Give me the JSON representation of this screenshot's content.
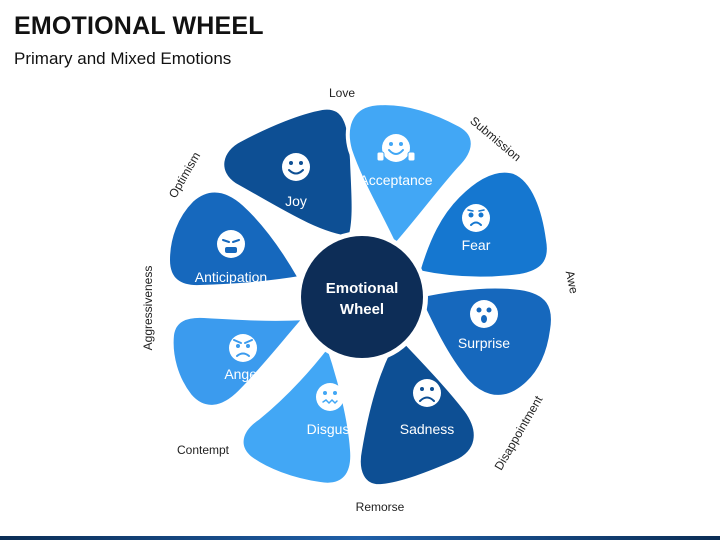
{
  "header": {
    "title": "EMOTIONAL WHEEL",
    "subtitle": "Primary and Mixed Emotions"
  },
  "center": {
    "line1": "Emotional",
    "line2": "Wheel",
    "color": "#0d2d57"
  },
  "petals": [
    {
      "label": "Joy",
      "icon": "smile-icon",
      "color": "#0d4f94"
    },
    {
      "label": "Acceptance",
      "icon": "happy-thumbs-icon",
      "color": "#42a7f5"
    },
    {
      "label": "Fear",
      "icon": "fearful-face-icon",
      "color": "#1577d0"
    },
    {
      "label": "Surprise",
      "icon": "surprised-face-icon",
      "color": "#1668bd"
    },
    {
      "label": "Sadness",
      "icon": "sad-face-icon",
      "color": "#0d4f94"
    },
    {
      "label": "Disgust",
      "icon": "disgusted-face-icon",
      "color": "#42a7f5"
    },
    {
      "label": "Anger",
      "icon": "angry-face-icon",
      "color": "#3b9bee"
    },
    {
      "label": "Anticipation",
      "icon": "anticipating-face-icon",
      "color": "#1668bd"
    }
  ],
  "outer_labels": [
    {
      "text": "Love"
    },
    {
      "text": "Submission"
    },
    {
      "text": "Awe"
    },
    {
      "text": "Disappointment"
    },
    {
      "text": "Remorse"
    },
    {
      "text": "Contempt"
    },
    {
      "text": "Aggressiveness"
    },
    {
      "text": "Optimism"
    }
  ]
}
